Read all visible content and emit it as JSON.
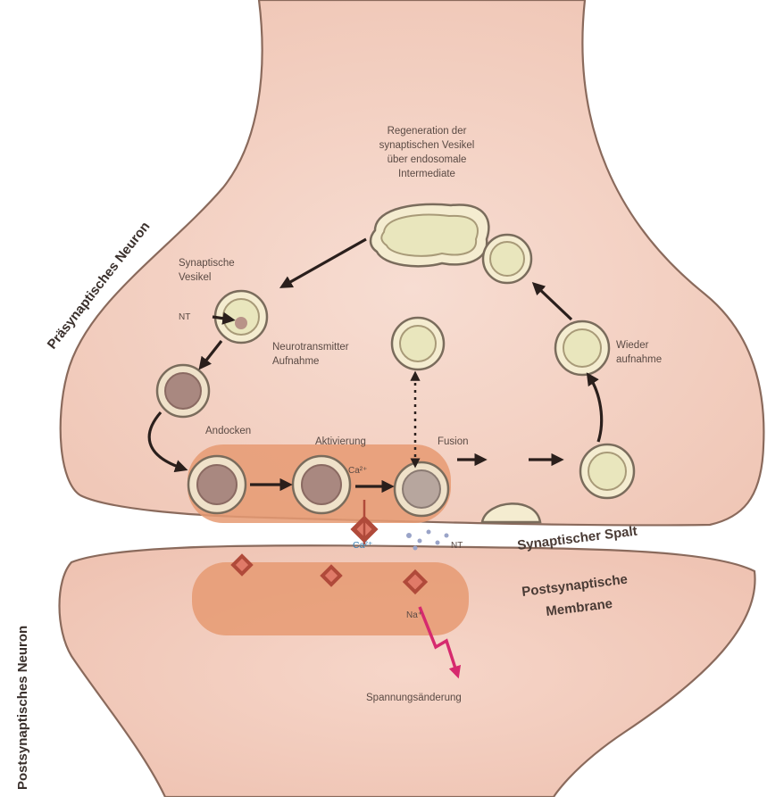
{
  "side_labels": {
    "presynaptic": "Präsynaptisches Neuron",
    "postsynaptic": "Postsynaptisches Neuron"
  },
  "labels": {
    "regeneration": [
      "Regeneration der",
      "synaptischen Vesikel",
      "über endosomale",
      "Intermediate"
    ],
    "synaptic_vesicle": [
      "Synaptische",
      "Vesikel"
    ],
    "nt_small": "NT",
    "nt_uptake": [
      "Neurotransmitter",
      "Aufnahme"
    ],
    "docking": "Andocken",
    "activation": "Aktivierung",
    "fusion": "Fusion",
    "reuptake": [
      "Wieder",
      "aufnahme"
    ],
    "ca_ion": "Ca²⁺",
    "ca_cleft": "Ca²⁺",
    "nt_cleft": "NT",
    "synaptic_cleft": "Synaptischer Spalt",
    "postsynaptic_membrane": [
      "Postsynaptische",
      "Membrane"
    ],
    "na_ion": "Na⁺",
    "voltage_change": "Spannungsänderung"
  },
  "colors": {
    "cell_fill": "#f3d2c4",
    "cell_stroke": "#8a6a5c",
    "active_zone": "#e69a72",
    "cleft": "#ffffff",
    "arrow": "#2a1f1c",
    "signal_arrow": "#d62a6e"
  }
}
